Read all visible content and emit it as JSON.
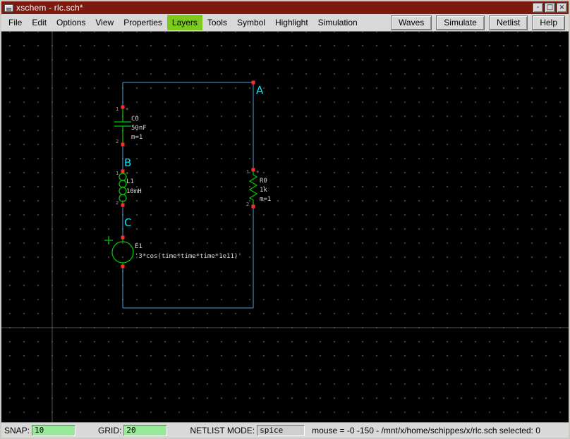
{
  "window": {
    "title": "xschem - rlc.sch*",
    "minimize": "-",
    "maximize": "□",
    "close": "×"
  },
  "menubar": {
    "items": [
      {
        "label": "File"
      },
      {
        "label": "Edit"
      },
      {
        "label": "Options"
      },
      {
        "label": "View"
      },
      {
        "label": "Properties"
      },
      {
        "label": "Layers",
        "highlighted": true
      },
      {
        "label": "Tools"
      },
      {
        "label": "Symbol"
      },
      {
        "label": "Highlight"
      },
      {
        "label": "Simulation"
      }
    ],
    "buttons": [
      {
        "label": "Waves"
      },
      {
        "label": "Simulate"
      },
      {
        "label": "Netlist"
      },
      {
        "label": "Help"
      }
    ],
    "highlight_color": "#7dc91f"
  },
  "canvas_colors": {
    "background": "#000000",
    "grid_dots": "#3c3c3c",
    "axes": "#555555"
  },
  "schematic": {
    "colors": {
      "wire": "#4f9fd4",
      "symbol": "#00cc00",
      "pin": "#ff2a2a",
      "node_label": "#00e8ff",
      "text": "#d8d8d8"
    },
    "node_labels": {
      "a": "A",
      "b": "B",
      "c": "C"
    },
    "components": {
      "capacitor": {
        "name": "C0",
        "value": "50nF",
        "mult": "m=1"
      },
      "inductor": {
        "name": "L1",
        "value": "10mH"
      },
      "source": {
        "name": "E1",
        "value": "'3*cos(time*time*time*1e11)'"
      },
      "resistor": {
        "name": "R0",
        "value": "1k",
        "mult": "m=1"
      }
    },
    "pin_markers": {
      "one": "1",
      "two": "2",
      "plus": "+"
    }
  },
  "statusbar": {
    "snap_label": "SNAP:",
    "snap_value": "10",
    "grid_label": "GRID:",
    "grid_value": "20",
    "netlist_label": "NETLIST MODE:",
    "netlist_value": "spice",
    "status_text": "mouse = -0 -150 - /mnt/x/home/schippes/x/rlc.sch selected: 0"
  }
}
